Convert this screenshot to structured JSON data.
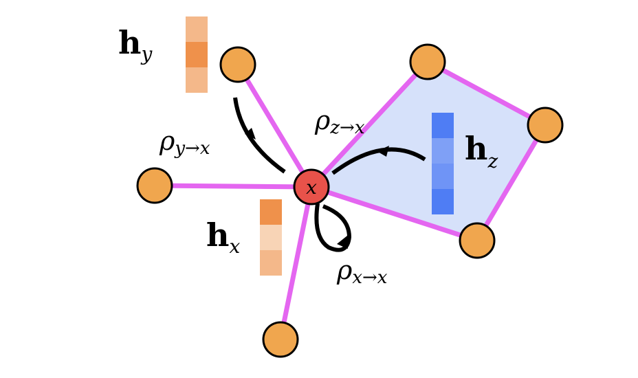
{
  "colors": {
    "edge": "#e466f0",
    "node_fill": "#f0a64e",
    "center_fill": "#e8524a",
    "cell_fill": "#d6e1fa",
    "orange_dark": "#ef914b",
    "orange_mid": "#f4b88a",
    "orange_light": "#f8d4b6",
    "blue_dark": "#4f7df4",
    "blue_mid": "#6f94f6",
    "blue_light": "#7fa0f6"
  },
  "labels": {
    "center_node": "x",
    "h_y": {
      "base": "h",
      "sub": "y"
    },
    "h_z": {
      "base": "h",
      "sub": "z"
    },
    "h_x": {
      "base": "h",
      "sub": "x"
    },
    "rho_y": {
      "base": "ρ",
      "sub": "y→x"
    },
    "rho_z": {
      "base": "ρ",
      "sub": "z→x"
    },
    "rho_x": {
      "base": "ρ",
      "sub": "x→x"
    }
  },
  "feature_vectors": {
    "h_y": [
      "orange_mid",
      "orange_dark",
      "orange_mid"
    ],
    "h_x": [
      "orange_dark",
      "orange_light",
      "orange_mid"
    ],
    "h_z": [
      "blue_dark",
      "blue_light",
      "blue_mid",
      "blue_dark"
    ]
  }
}
